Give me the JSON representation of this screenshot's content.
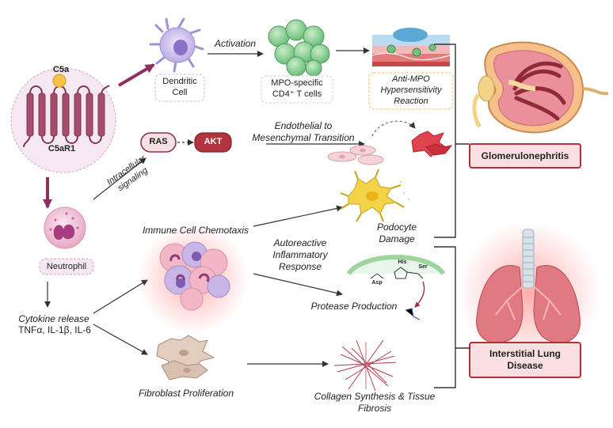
{
  "receptor": {
    "ligand": "C5a",
    "receptor": "C5aR1"
  },
  "cells": {
    "dendritic": "Dendritic\nCell",
    "tcells": "MPO-specific\nCD4⁺ T cells",
    "neutrophil": "Neutrophil"
  },
  "pathway": {
    "activation": "Activation",
    "hypersensitivity": "Anti-MPO\nHypersensitivity\nReaction",
    "ras": "RAS",
    "akt": "AKT",
    "intracellular": "Intracellular\nsignaling",
    "emt": "Endothelial to\nMesenchymal Transition",
    "chemotaxis": "Immune Cell Chemotaxis",
    "autoreactive": "Autoreactive\nInflammatory\nResponse",
    "podocyte": "Podocyte\nDamage",
    "protease": "Protease Production",
    "cytokine_title": "Cytokine release",
    "cytokine_list": "TNFα, IL-1β, IL-6",
    "fibroblast": "Fibroblast Proliferation",
    "collagen": "Collagen Synthesis & Tissue\nFibrosis"
  },
  "enzyme": {
    "his": "His",
    "ser": "Ser",
    "asp": "Asp"
  },
  "outcomes": {
    "glomerulonephritis": "Glomerulonephritis",
    "ild": "Interstitial Lung\nDisease"
  },
  "colors": {
    "receptor": "#a64d6b",
    "arrow_main": "#8e3160",
    "ras_fill": "#f3e1e4",
    "akt_fill": "#b1343f",
    "cell_bubble": "#f6e8f3",
    "outcome_fill": "#f9dfe2",
    "outcome_border": "#b2303a"
  }
}
